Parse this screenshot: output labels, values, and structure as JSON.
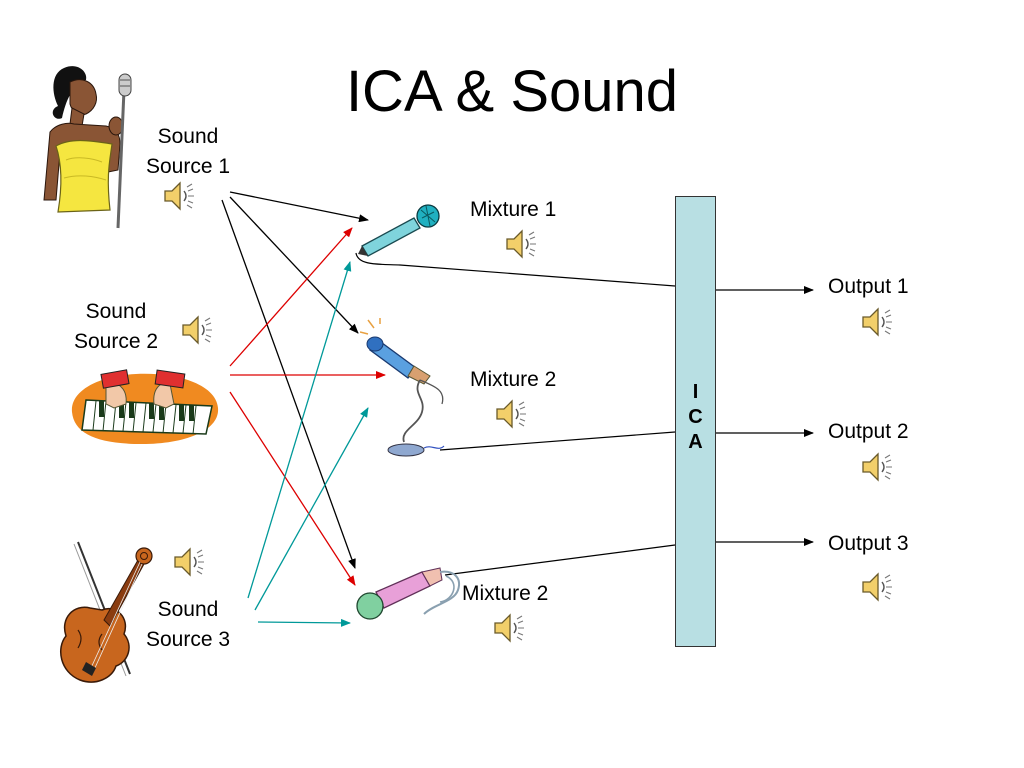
{
  "slide": {
    "title": "ICA & Sound"
  },
  "sources": [
    {
      "line1": "Sound",
      "line2": "Source 1",
      "icon": "singer-icon",
      "color": "#000000"
    },
    {
      "line1": "Sound",
      "line2": "Source 2",
      "icon": "piano-icon",
      "color": "#dd0000"
    },
    {
      "line1": "Sound",
      "line2": "Source 3",
      "icon": "violin-icon",
      "color": "#009999"
    }
  ],
  "mixtures": [
    {
      "label": "Mixture 1",
      "icon": "microphone-icon"
    },
    {
      "label": "Mixture 2",
      "icon": "microphone-stand-icon"
    },
    {
      "label": "Mixture 2",
      "icon": "microphone-cable-icon"
    }
  ],
  "ica": {
    "letters": [
      "I",
      "C",
      "A"
    ],
    "color": "#b8dfe3"
  },
  "outputs": [
    {
      "label": "Output 1"
    },
    {
      "label": "Output 2"
    },
    {
      "label": "Output 3"
    }
  ],
  "speaker_icon": "speaker-icon"
}
